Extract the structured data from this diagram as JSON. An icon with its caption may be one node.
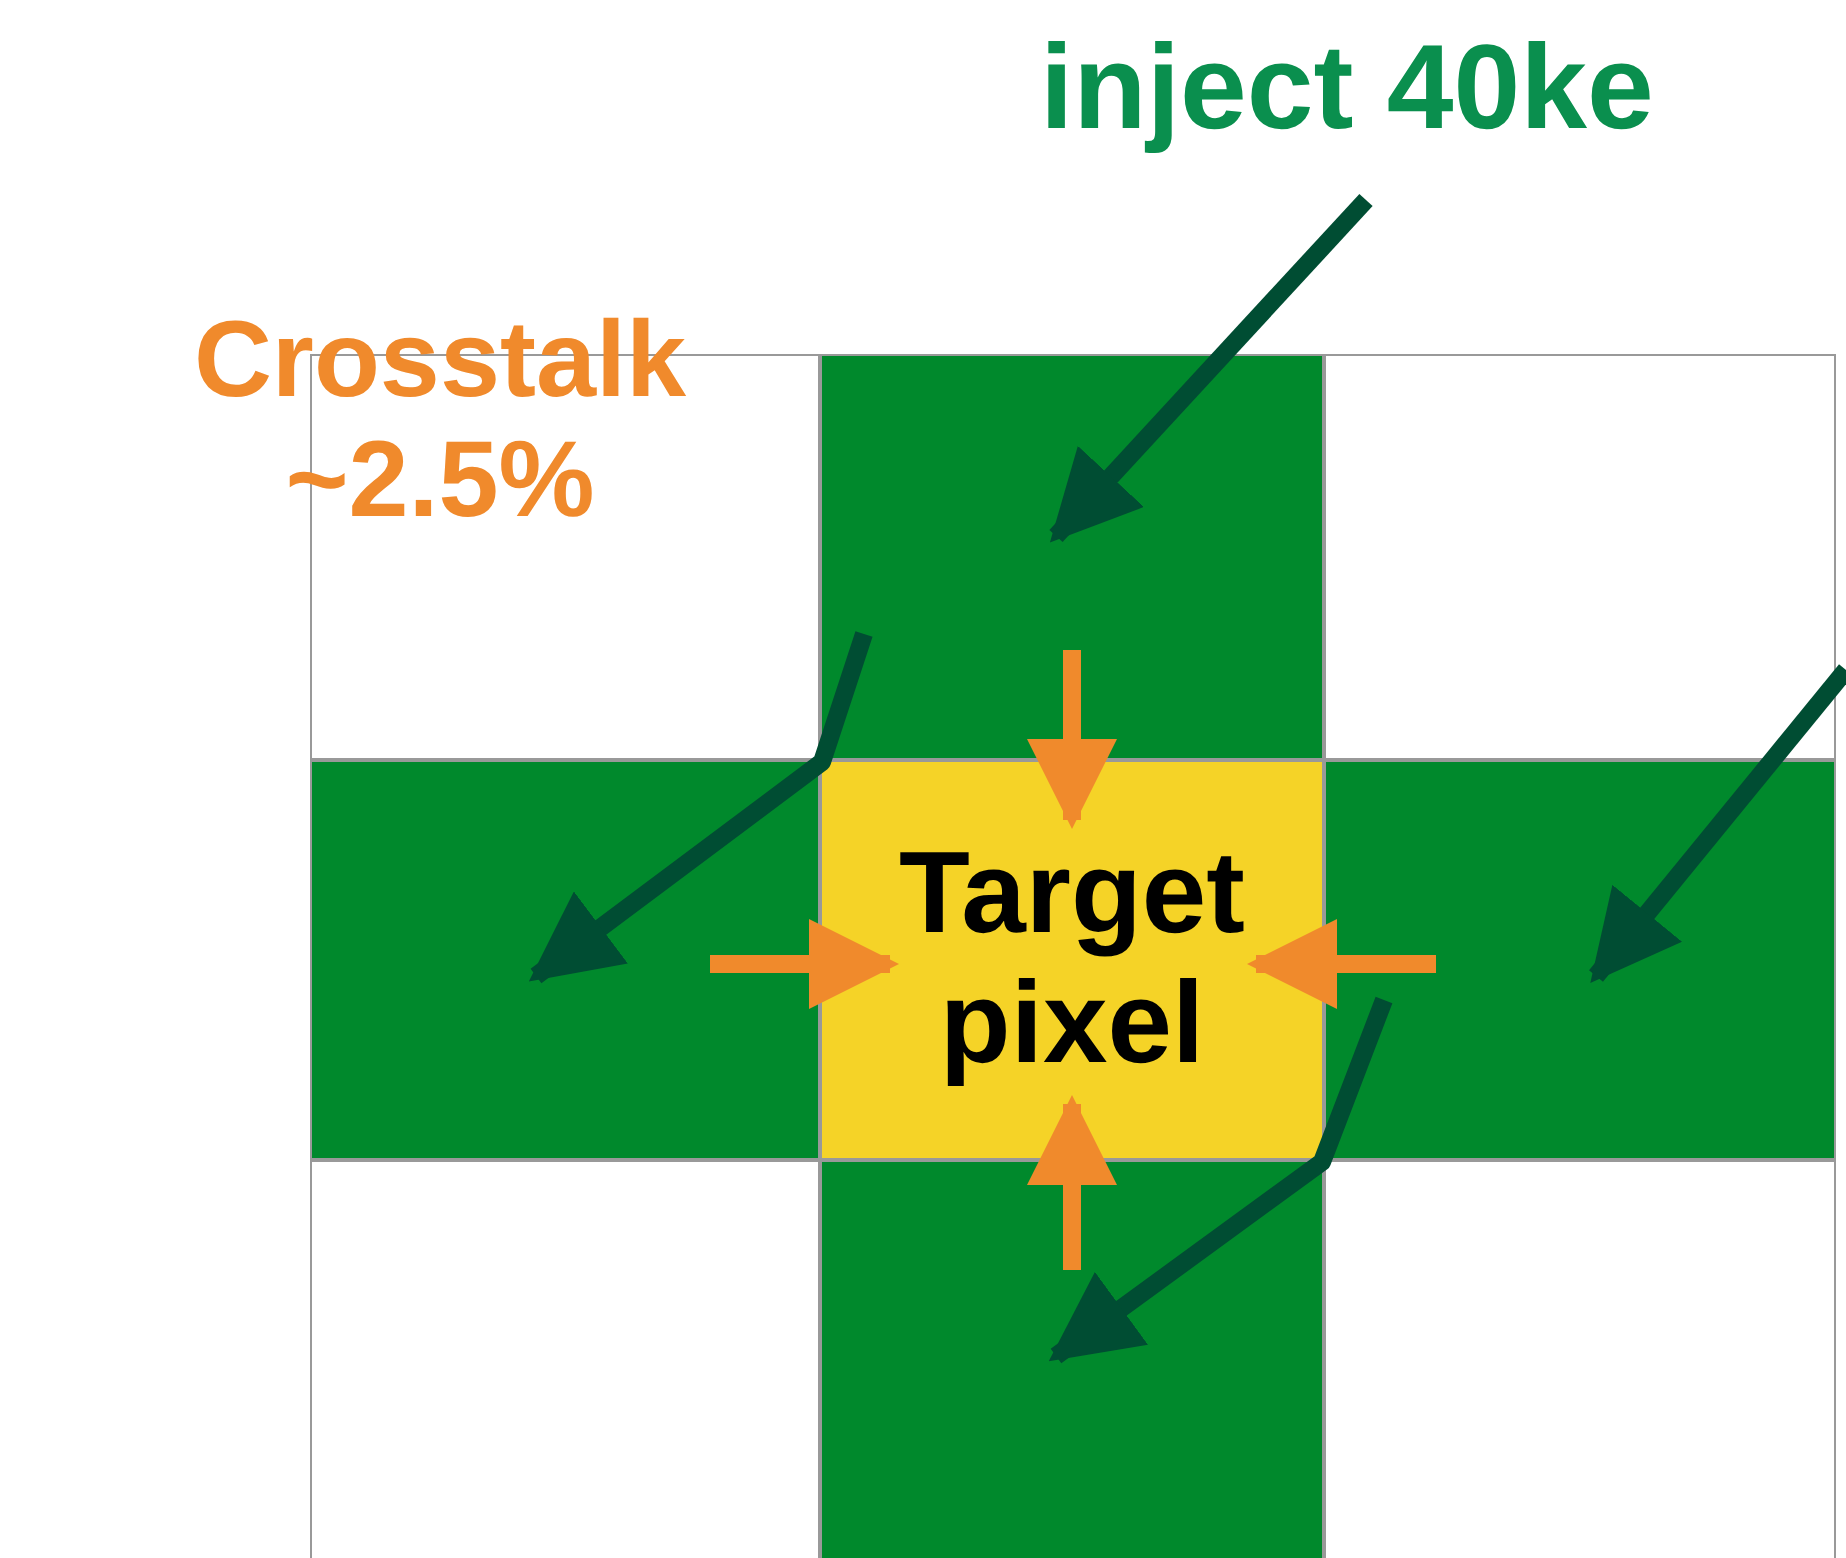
{
  "diagram": {
    "nodes": [
      {
        "text": [
          "inject 40ke"
        ]
      },
      {
        "text": [
          "Crosstalk ~2.5%"
        ]
      },
      {
        "text": [],
        "shape": "box"
      },
      {
        "text": [],
        "shape": "box"
      },
      {
        "text": [],
        "shape": "box"
      },
      {
        "text": [],
        "shape": "box"
      },
      {
        "text": [
          "Target pixel"
        ]
      },
      {
        "text": [],
        "shape": "box"
      },
      {
        "text": [],
        "shape": "box"
      },
      {
        "text": [],
        "shape": "box"
      },
      {
        "text": [],
        "shape": "box"
      }
    ],
    "edges": [
      {
        "from": 0,
        "to": 3,
        "arrow": "to",
        "color": "#004d33"
      },
      {
        "from": 3,
        "to": 5,
        "arrow": "to",
        "color": "#004d33"
      },
      {
        "from": 4,
        "to": 7,
        "arrow": "to",
        "color": "#004d33"
      },
      {
        "from": 7,
        "to": 9,
        "arrow": "to",
        "color": "#004d33"
      },
      {
        "from": 3,
        "to": 6,
        "arrow": "to",
        "color": "#f08a2c"
      },
      {
        "from": 5,
        "to": 6,
        "arrow": "to",
        "color": "#f08a2c"
      },
      {
        "from": 7,
        "to": 6,
        "arrow": "to",
        "color": "#f08a2c"
      },
      {
        "from": 9,
        "to": 6,
        "arrow": "to",
        "color": "#f08a2c"
      }
    ]
  }
}
